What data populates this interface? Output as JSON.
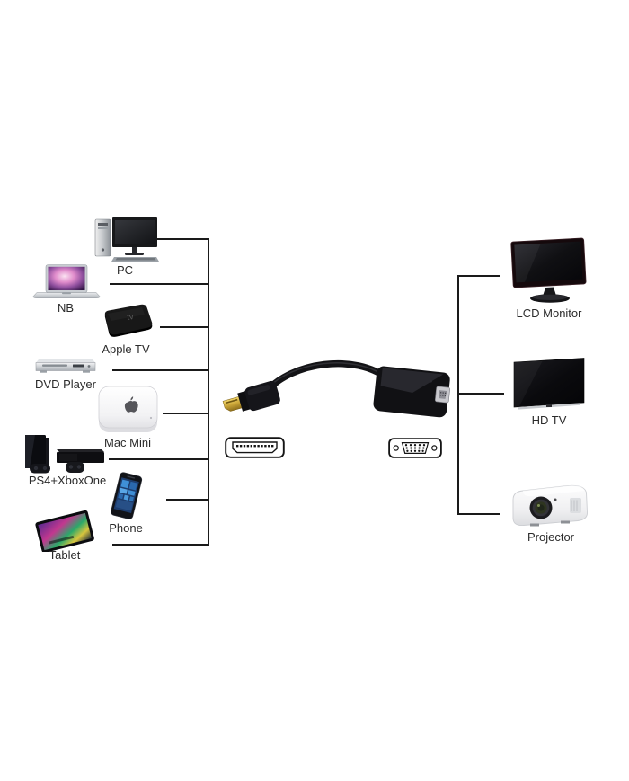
{
  "diagram": {
    "sources": [
      {
        "label": "PC",
        "icon": "desktop-pc-icon"
      },
      {
        "label": "NB",
        "icon": "notebook-laptop-icon"
      },
      {
        "label": "Apple TV",
        "icon": "apple-tv-box-icon"
      },
      {
        "label": "DVD Player",
        "icon": "dvd-player-icon"
      },
      {
        "label": "Mac Mini",
        "icon": "mac-mini-icon"
      },
      {
        "label": "PS4+XboxOne",
        "icon": "game-consoles-icon"
      },
      {
        "label": "Phone",
        "icon": "smartphone-icon"
      },
      {
        "label": "Tablet",
        "icon": "tablet-icon"
      }
    ],
    "displays": [
      {
        "label": "LCD Monitor",
        "icon": "lcd-monitor-icon"
      },
      {
        "label": "HD TV",
        "icon": "hd-tv-icon"
      },
      {
        "label": "Projector",
        "icon": "projector-icon"
      }
    ],
    "adapter": {
      "image": "hdmi-to-vga-adapter-cable-photo",
      "input_icon": "hdmi-port-icon",
      "output_icon": "vga-port-icon",
      "appletv_logo_text": "tv"
    },
    "colors": {
      "background": "#ffffff",
      "line": "#1a1a1a",
      "label": "#2b2b2b"
    }
  }
}
